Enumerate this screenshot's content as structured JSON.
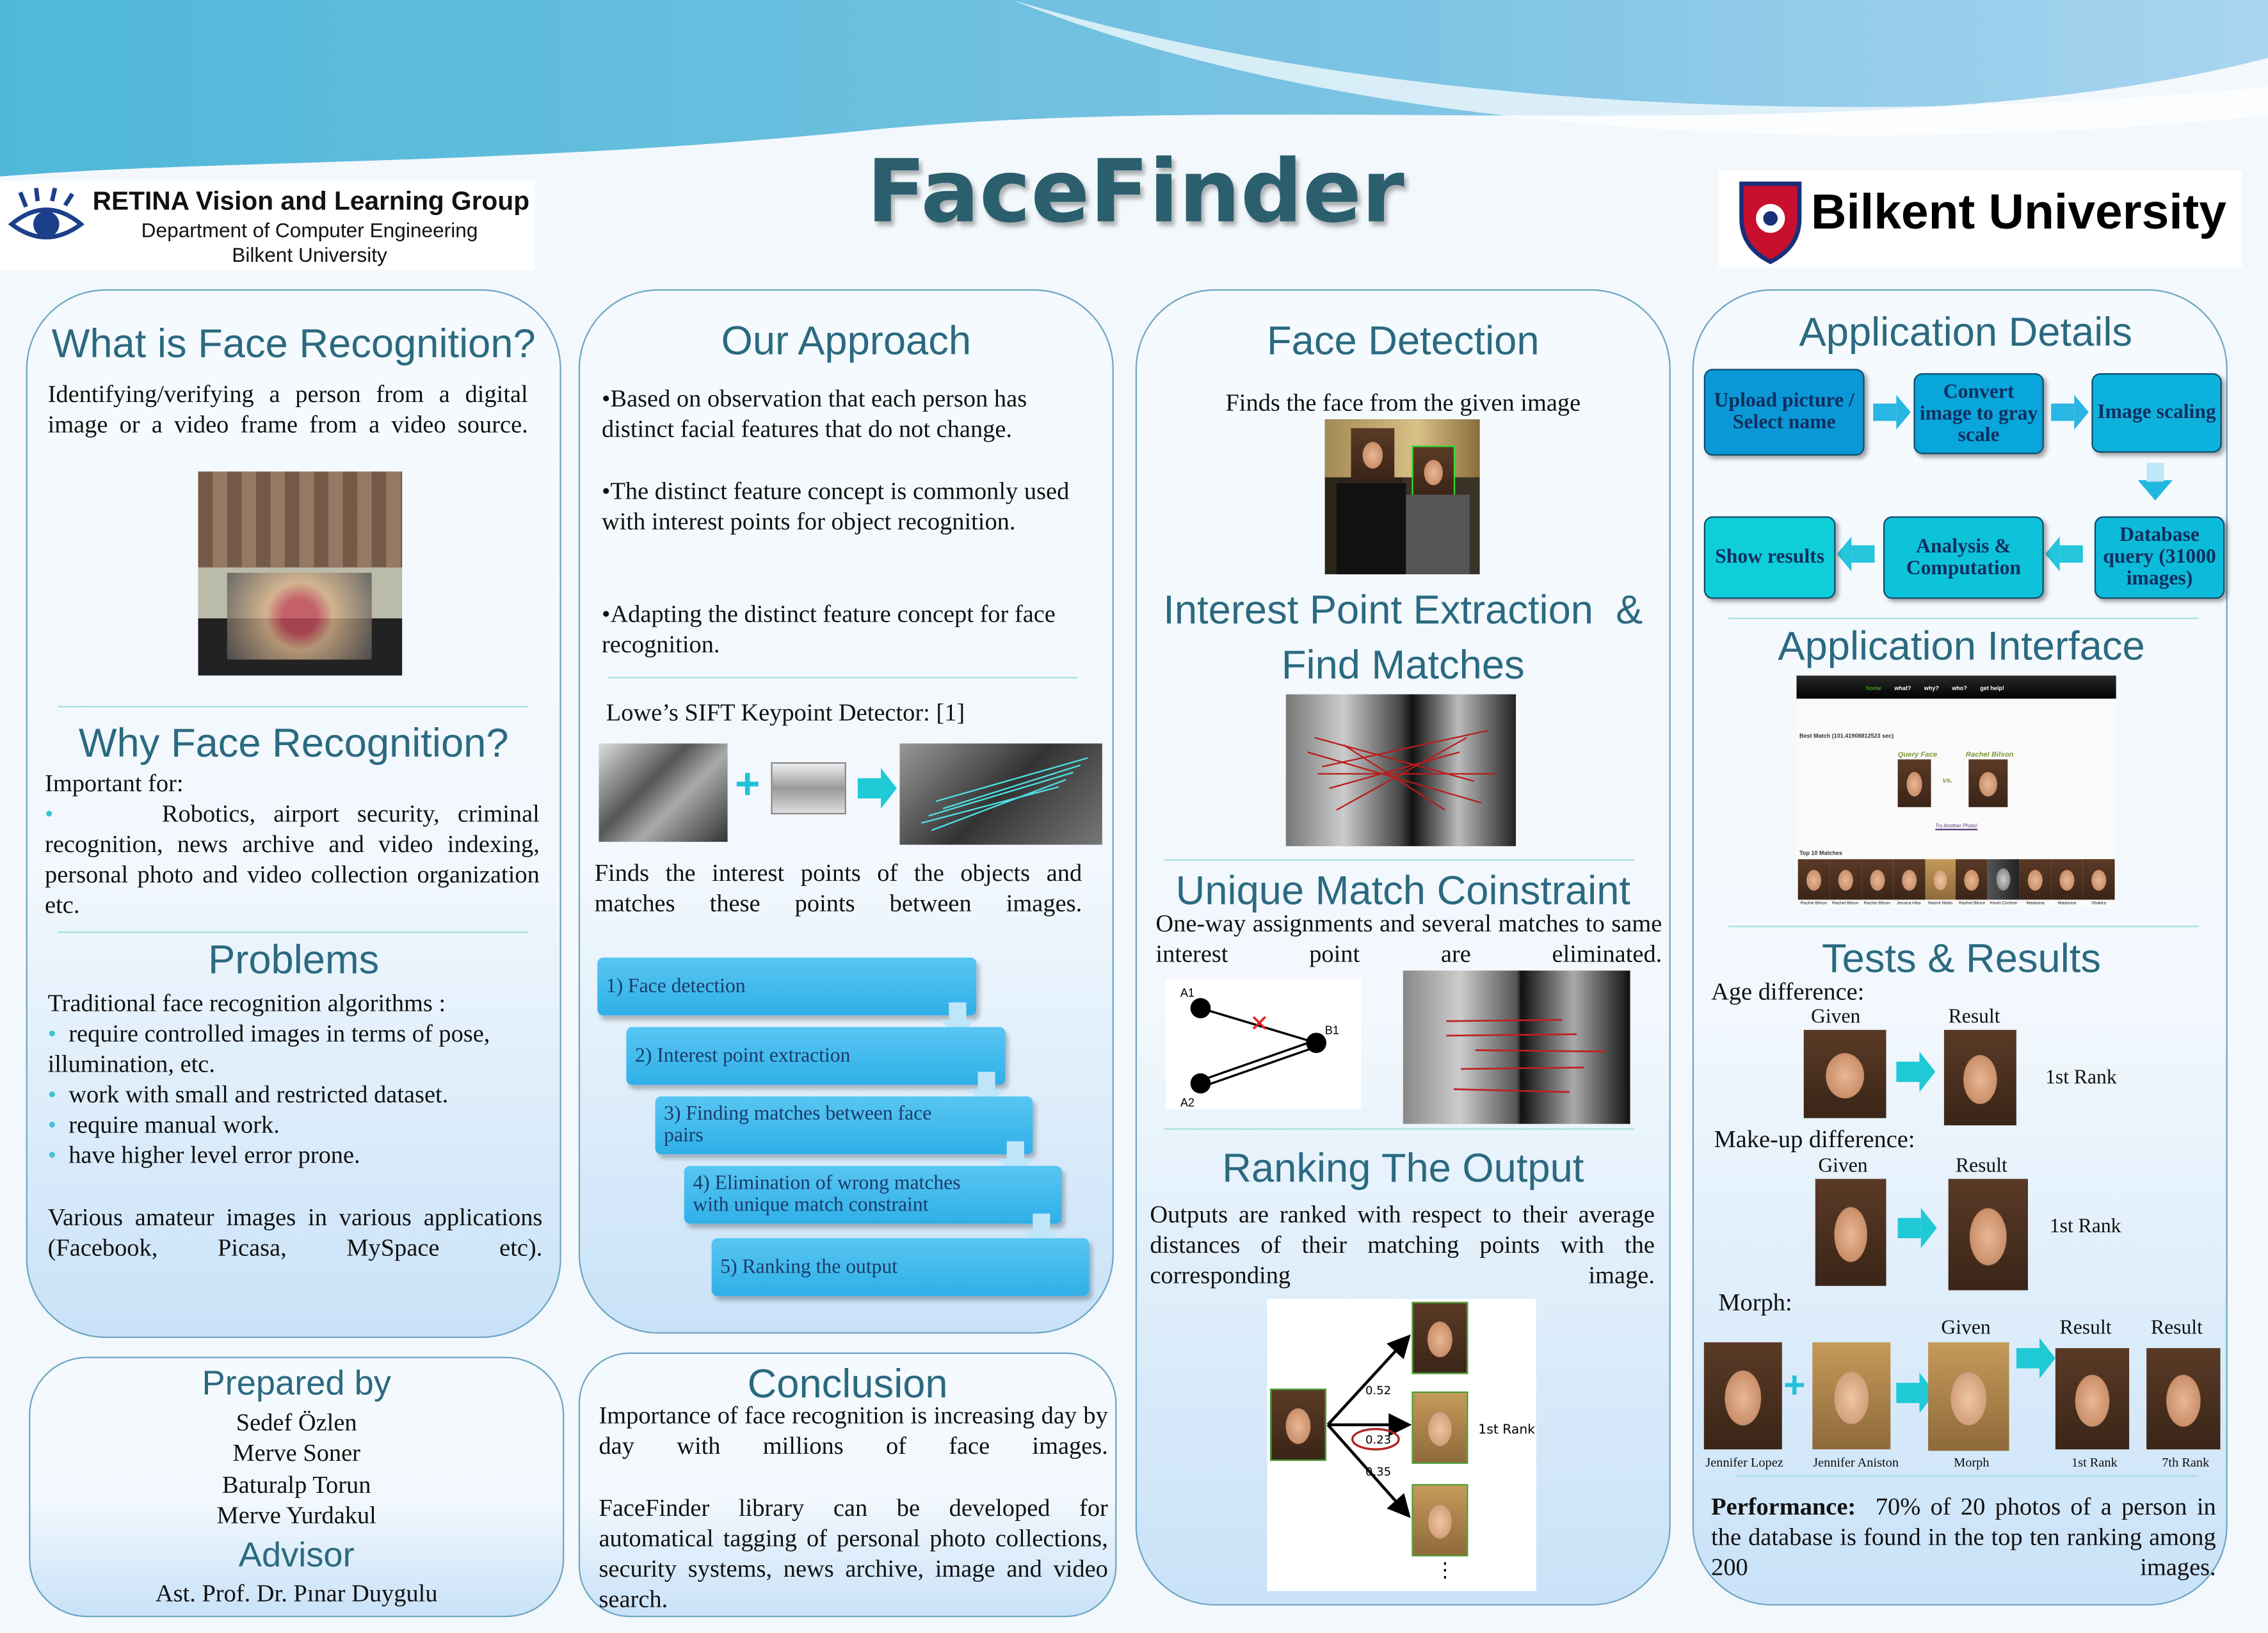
{
  "header": {
    "title": "FaceFinder",
    "group_name": "RETINA Vision and Learning Group",
    "department": "Department of Computer Engineering",
    "university_line": "Bilkent University",
    "university_logo_text": "Bilkent University"
  },
  "what": {
    "title": "What is Face Recognition?",
    "text": "Identifying/verifying a person from a digital image or a video frame from a video source."
  },
  "why": {
    "title": "Why Face Recognition?",
    "intro": "Important for:",
    "text": "Robotics, airport security, criminal recognition, news archive and video indexing, personal photo and video collection organization etc."
  },
  "problems": {
    "title": "Problems",
    "intro": "Traditional face recognition algorithms :",
    "items": [
      "require controlled images in terms of pose, illumination, etc.",
      "work with small and restricted dataset.",
      "require manual work.",
      "have higher level error prone."
    ],
    "outro": "Various amateur images in various applications (Facebook, Picasa, MySpace etc)."
  },
  "approach": {
    "title": "Our Approach",
    "points": [
      "•Based on observation that each person has distinct facial features that do not change.",
      "•The distinct feature concept is commonly used with interest points for object recognition.",
      "•Adapting the distinct feature concept for face recognition."
    ],
    "sift_label": "Lowe’s SIFT Keypoint Detector: [1]",
    "sift_caption": "Finds the interest points of the objects and matches these points between images.",
    "steps": [
      "1) Face detection",
      "2) Interest point extraction",
      "3) Finding matches between face pairs",
      "4) Elimination of wrong matches with unique match constraint",
      "5) Ranking the output"
    ]
  },
  "detection": {
    "title": "Face Detection",
    "text": "Finds the face from the given image"
  },
  "interest": {
    "title_line1": "Interest Point Extraction  &",
    "title_line2": "Find Matches"
  },
  "unique": {
    "title": "Unique Match Coinstraint",
    "text": "One-way assignments and several matches to same interest point are eliminated.",
    "diagram_labels": {
      "a1": "A1",
      "a2": "A2",
      "b1": "B1"
    }
  },
  "ranking": {
    "title": "Ranking The Output",
    "text": "Outputs are ranked with respect to their average distances of their matching points with the corresponding image.",
    "distances": [
      "0.52",
      "0.23",
      "0.35"
    ],
    "rank_label": "1st Rank",
    "highlight_color": "#b22222"
  },
  "app_details": {
    "title": "Application Details",
    "flow": [
      "Upload picture / Select name",
      "Convert image to gray scale",
      "Image scaling",
      "Database query (31000 images)",
      "Analysis & Computation",
      "Show results"
    ]
  },
  "app_interface": {
    "title": "Application Interface",
    "nav": [
      "home",
      "what?",
      "why?",
      "who?",
      "get help!"
    ],
    "best_match": "Best Match (101.41908812523 sec)",
    "query_label": "Query Face",
    "match_label": "Rachel Bilson",
    "vs": "vs.",
    "try_again": "Try Another Photo!",
    "top_matches_title": "Top 10 Matches",
    "top_matches": [
      "Rachel Bilson",
      "Rachel Bilson",
      "Rachel Bilson",
      "Jessica Alba",
      "Naomi Watts",
      "Rachel Bilson",
      "Kevin Costner",
      "Madonna",
      "Madonna",
      "Shakira"
    ]
  },
  "tests": {
    "title": "Tests & Results",
    "age_label": "Age difference:",
    "makeup_label": "Make-up difference:",
    "morph_label": "Morph:",
    "given": "Given",
    "result": "Result",
    "first_rank": "1st Rank",
    "morph_names": [
      "Jennifer Lopez",
      "Jennifer Aniston",
      "Morph",
      "1st Rank",
      "7th Rank"
    ],
    "performance_bold": "Performance:",
    "performance_text": "70% of 20 photos of a person in the database is found in the top ten ranking among 200 images."
  },
  "prepared": {
    "title": "Prepared by",
    "names": [
      "Sedef Özlen",
      "Merve Soner",
      "Baturalp Torun",
      "Merve Yurdakul"
    ],
    "advisor_title": "Advisor",
    "advisor": "Ast. Prof. Dr. Pınar Duygulu"
  },
  "conclusion": {
    "title": "Conclusion",
    "p1": "Importance of face recognition is increasing day by day with millions of face images.",
    "p2": "FaceFinder library can be developed for automatical tagging  of personal photo collections, security systems, news archive, image and video search."
  }
}
